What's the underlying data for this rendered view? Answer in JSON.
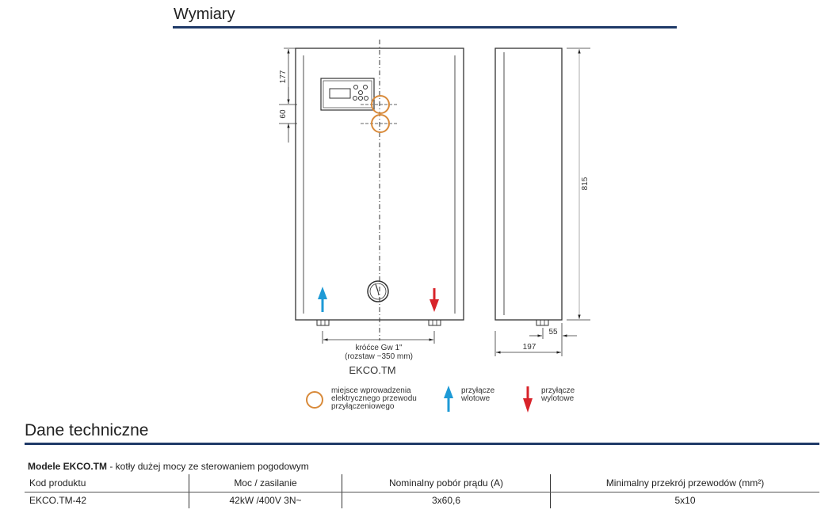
{
  "sections": {
    "dimensions_title": "Wymiary",
    "technical_title": "Dane techniczne"
  },
  "drawing": {
    "dim_177": "177",
    "dim_60": "60",
    "dim_815": "815",
    "dim_55": "55",
    "dim_197": "197",
    "connectors_line1": "króćce Gw 1\"",
    "connectors_line2": "(rozstaw ~350 mm)",
    "model_label": "EKCO.TM",
    "colors": {
      "electric_entry": "#d88a3a",
      "inlet": "#1e9ad6",
      "outlet": "#d8232a",
      "rule": "#1f3a68"
    }
  },
  "legend": {
    "electric_entry": [
      "miejsce wprowadzenia",
      "elektrycznego przewodu",
      "przyłączeniowego"
    ],
    "inlet": [
      "przyłącze",
      "wlotowe"
    ],
    "outlet": [
      "przyłącze",
      "wylotowe"
    ]
  },
  "table": {
    "caption_bold": "Modele EKCO.TM",
    "caption_rest": " - kotły dużej mocy ze sterowaniem pogodowym",
    "headers": [
      "Kod produktu",
      "Moc / zasilanie",
      "Nominalny pobór prądu (A)",
      "Minimalny przekrój przewodów (mm²)"
    ],
    "rows": [
      [
        "EKCO.TM-42",
        "42kW /400V 3N~",
        "3x60,6",
        "5x10"
      ]
    ]
  }
}
